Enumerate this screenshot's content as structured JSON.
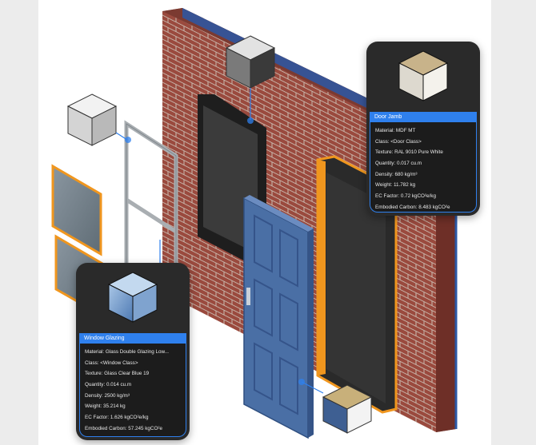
{
  "door_jamb_card": {
    "title": "Door Jamb",
    "rows": [
      {
        "label": "Material:",
        "value": "MDF MT"
      },
      {
        "label": "Class:",
        "value": "<Door Class>"
      },
      {
        "label": "Texture:",
        "value": "RAL 9010 Pure White"
      },
      {
        "label": "Quantity:",
        "value": "0.017 cu.m"
      },
      {
        "label": "Density:",
        "value": "680 kg/m³"
      },
      {
        "label": "Weight:",
        "value": "11.782 kg"
      },
      {
        "label": "EC Factor:",
        "value": "0.72 kgCO²e/kg"
      },
      {
        "label": "Embodied Carbon:",
        "value": "8.483 kgCO²e"
      }
    ]
  },
  "window_glazing_card": {
    "title": "Window Glazing",
    "rows": [
      {
        "label": "Material:",
        "value": "Glass Double Glazing Low..."
      },
      {
        "label": "Class:",
        "value": "<Window Class>"
      },
      {
        "label": "Texture:",
        "value": "Glass Clear Blue 19"
      },
      {
        "label": "Quantity:",
        "value": "0.014 cu.m"
      },
      {
        "label": "Density:",
        "value": "2500 kg/m³"
      },
      {
        "label": "Weight:",
        "value": "35.214 kg"
      },
      {
        "label": "EC Factor:",
        "value": "1.626 kgCO²e/kg"
      },
      {
        "label": "Embodied Carbon:",
        "value": "57.245 kgCO²e"
      }
    ]
  },
  "colors": {
    "brick": "#9a4a3e",
    "door_blue": "#4a6fa5",
    "selection_orange": "#f0961e",
    "accent_blue": "#2f80ed",
    "card_bg": "#2a2a2a"
  }
}
